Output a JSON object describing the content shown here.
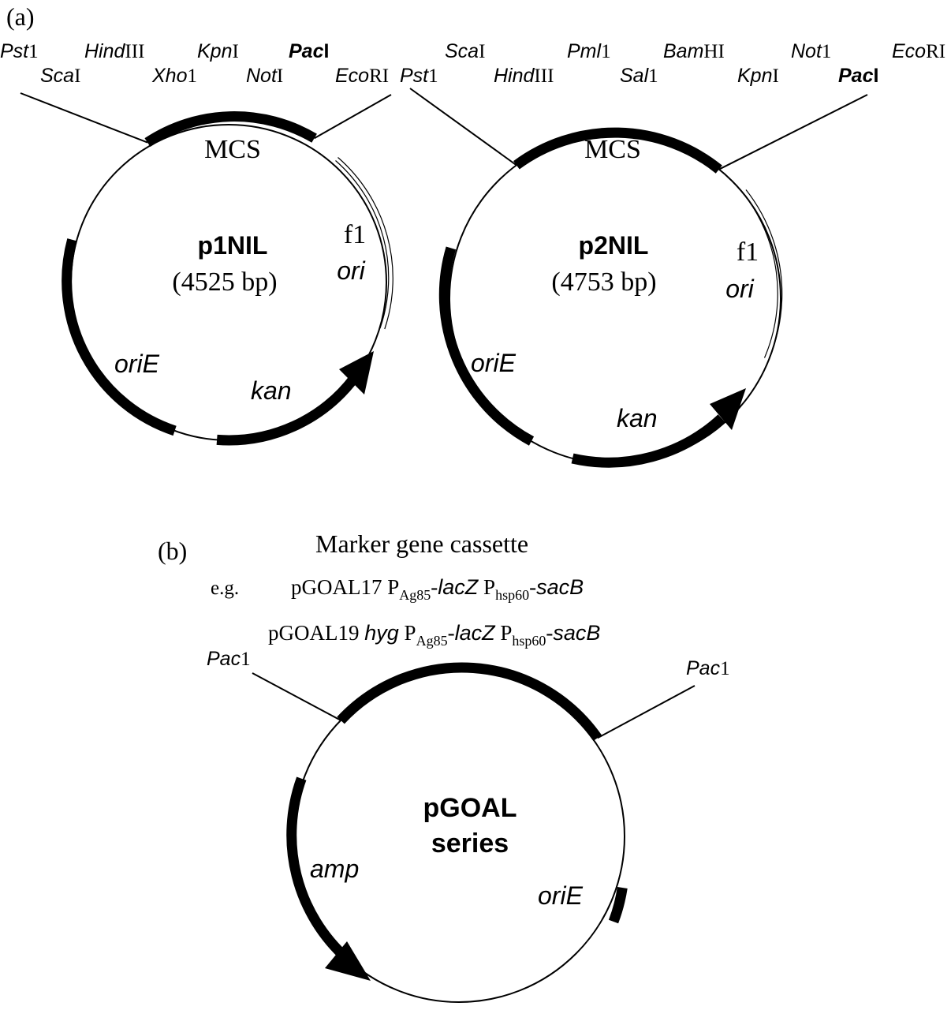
{
  "panel_a": {
    "label": "(a)",
    "p1": {
      "name": "p1NIL",
      "size": "(4525 bp)",
      "mcs": "MCS",
      "f1": "f1",
      "ori": "ori",
      "oriE": "oriE",
      "kan": "kan",
      "sites": {
        "pst1": [
          "Pst",
          "1"
        ],
        "sca1": [
          "Sca",
          "I"
        ],
        "hind": [
          "Hind",
          "III"
        ],
        "xho": [
          "Xho",
          "1"
        ],
        "kpn": [
          "Kpn",
          "I"
        ],
        "not": [
          "Not",
          "I"
        ],
        "pac": [
          "Pac",
          "I"
        ],
        "eco": [
          "Eco",
          "RI"
        ]
      }
    },
    "p2": {
      "name": "p2NIL",
      "size": "(4753 bp)",
      "mcs": "MCS",
      "f1": "f1",
      "ori": "ori",
      "oriE": "oriE",
      "kan": "kan",
      "sites": {
        "pst1": [
          "Pst",
          "1"
        ],
        "sca1": [
          "Sca",
          "I"
        ],
        "hind": [
          "Hind",
          "III"
        ],
        "pml": [
          "Pml",
          "1"
        ],
        "sal": [
          "Sal",
          "1"
        ],
        "bam": [
          "Bam",
          "HI"
        ],
        "kpn": [
          "Kpn",
          "I"
        ],
        "not": [
          "Not",
          "1"
        ],
        "pac": [
          "Pac",
          "I"
        ],
        "eco": [
          "Eco",
          "RI"
        ]
      }
    }
  },
  "panel_b": {
    "label": "(b)",
    "cassette_title": "Marker gene cassette",
    "eg": "e.g.",
    "line1": {
      "plasmid": "pGOAL17",
      "p1": "P",
      "p1_sub": "Ag85",
      "gene1": "lacZ",
      "p2": "P",
      "p2_sub": "hsp60",
      "gene2": "sacB",
      "dash": "-"
    },
    "line2": {
      "plasmid": "pGOAL19",
      "hyg": "hyg",
      "p1": "P",
      "p1_sub": "Ag85",
      "gene1": "lacZ",
      "p2": "P",
      "p2_sub": "hsp60",
      "gene2": "sacB",
      "dash": "-"
    },
    "pac_left": [
      "Pac",
      "1"
    ],
    "pac_right": [
      "Pac",
      "1"
    ],
    "plasmid_name_line1": "pGOAL",
    "plasmid_name_line2": "series",
    "amp": "amp",
    "oriE": "oriE"
  }
}
